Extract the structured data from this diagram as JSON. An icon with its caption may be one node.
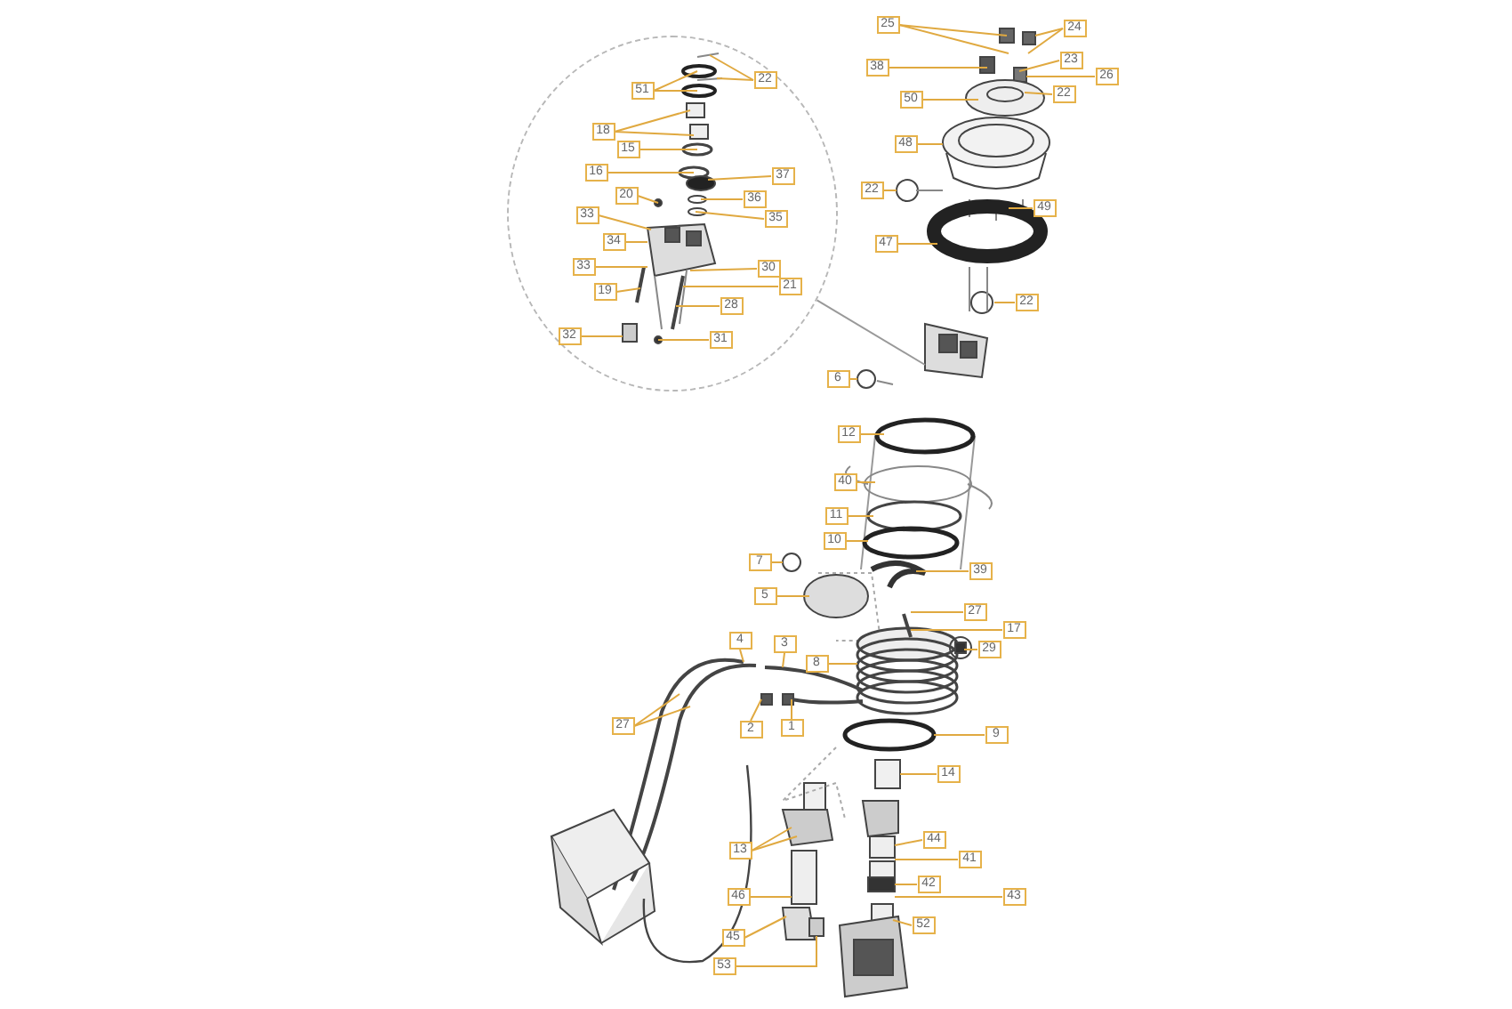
{
  "diagram": {
    "nodes": [
      {
        "text": [],
        "shape": "circle"
      },
      {
        "text": [
          "22"
        ],
        "in": 0
      },
      {
        "text": [
          "51"
        ],
        "in": 0
      },
      {
        "text": [
          "18"
        ],
        "in": 0
      },
      {
        "text": [
          "15"
        ],
        "in": 0
      },
      {
        "text": [
          "16"
        ],
        "in": 0
      },
      {
        "text": [
          "37"
        ],
        "in": 0
      },
      {
        "text": [
          "20"
        ],
        "in": 0
      },
      {
        "text": [
          "36"
        ],
        "in": 0
      },
      {
        "text": [
          "33"
        ],
        "in": 0
      },
      {
        "text": [
          "35"
        ],
        "in": 0
      },
      {
        "text": [
          "34"
        ],
        "in": 0
      },
      {
        "text": [
          "33"
        ],
        "in": 0
      },
      {
        "text": [
          "30"
        ],
        "in": 0
      },
      {
        "text": [
          "21"
        ],
        "in": 0
      },
      {
        "text": [
          "19"
        ],
        "in": 0
      },
      {
        "text": [
          "28"
        ],
        "in": 0
      },
      {
        "text": [
          "32"
        ],
        "in": 0
      },
      {
        "text": [
          "31"
        ],
        "in": 0
      },
      {
        "text": [
          "25"
        ]
      },
      {
        "text": [
          "24"
        ]
      },
      {
        "text": [
          "38"
        ]
      },
      {
        "text": [
          "23"
        ]
      },
      {
        "text": [
          "26"
        ]
      },
      {
        "text": [
          "50"
        ]
      },
      {
        "text": [
          "22"
        ]
      },
      {
        "text": [
          "48"
        ]
      },
      {
        "text": [
          "22"
        ]
      },
      {
        "text": [
          "49"
        ]
      },
      {
        "text": [
          "47"
        ]
      },
      {
        "text": [
          "22"
        ]
      },
      {
        "text": [
          "6"
        ]
      },
      {
        "text": [
          "12"
        ]
      },
      {
        "text": [
          "40"
        ]
      },
      {
        "text": [
          "11"
        ]
      },
      {
        "text": [
          "10"
        ]
      },
      {
        "text": [
          "7"
        ]
      },
      {
        "text": [
          "39"
        ]
      },
      {
        "text": [
          "5"
        ]
      },
      {
        "text": [
          "27"
        ]
      },
      {
        "text": [
          "17"
        ]
      },
      {
        "text": [
          "4"
        ]
      },
      {
        "text": [
          "29"
        ]
      },
      {
        "text": [
          "3"
        ]
      },
      {
        "text": [
          "8"
        ]
      },
      {
        "text": [
          "27"
        ]
      },
      {
        "text": [
          "2"
        ]
      },
      {
        "text": [
          "1"
        ]
      },
      {
        "text": [
          "9"
        ]
      },
      {
        "text": [
          "14"
        ]
      },
      {
        "text": [
          "44"
        ]
      },
      {
        "text": [
          "13"
        ]
      },
      {
        "text": [
          "41"
        ]
      },
      {
        "text": [
          "42"
        ]
      },
      {
        "text": [
          "46"
        ]
      },
      {
        "text": [
          "43"
        ]
      },
      {
        "text": [
          "52"
        ]
      },
      {
        "text": [
          "45"
        ]
      },
      {
        "text": [
          "53"
        ]
      }
    ],
    "edges": [
      {
        "from": 0,
        "to": null,
        "arrow": "none"
      },
      {
        "from": 1,
        "to": null,
        "arrow": "none"
      },
      {
        "from": 1,
        "to": null,
        "arrow": "none"
      },
      {
        "from": 2,
        "to": null,
        "arrow": "none"
      },
      {
        "from": 2,
        "to": null,
        "arrow": "none"
      },
      {
        "from": 3,
        "to": null,
        "arrow": "none"
      },
      {
        "from": 3,
        "to": null,
        "arrow": "none"
      },
      {
        "from": 4,
        "to": null,
        "arrow": "none"
      },
      {
        "from": 5,
        "to": null,
        "arrow": "none"
      },
      {
        "from": 6,
        "to": null,
        "arrow": "none"
      },
      {
        "from": 7,
        "to": null,
        "arrow": "none"
      },
      {
        "from": 8,
        "to": null,
        "arrow": "none"
      },
      {
        "from": 9,
        "to": null,
        "arrow": "none"
      },
      {
        "from": 10,
        "to": null,
        "arrow": "none"
      },
      {
        "from": 11,
        "to": null,
        "arrow": "none"
      },
      {
        "from": 12,
        "to": null,
        "arrow": "none"
      },
      {
        "from": 13,
        "to": null,
        "arrow": "none"
      },
      {
        "from": 14,
        "to": null,
        "arrow": "none"
      },
      {
        "from": 15,
        "to": null,
        "arrow": "none"
      },
      {
        "from": 16,
        "to": null,
        "arrow": "none"
      },
      {
        "from": 17,
        "to": null,
        "arrow": "none"
      },
      {
        "from": 18,
        "to": null,
        "arrow": "none"
      },
      {
        "from": 19,
        "to": null,
        "arrow": "none"
      },
      {
        "from": 19,
        "to": null,
        "arrow": "none"
      },
      {
        "from": 20,
        "to": null,
        "arrow": "none"
      },
      {
        "from": 20,
        "to": null,
        "arrow": "none"
      },
      {
        "from": 21,
        "to": null,
        "arrow": "none"
      },
      {
        "from": 22,
        "to": null,
        "arrow": "none"
      },
      {
        "from": 23,
        "to": null,
        "arrow": "none"
      },
      {
        "from": 24,
        "to": null,
        "arrow": "none"
      },
      {
        "from": 25,
        "to": null,
        "arrow": "none"
      },
      {
        "from": 26,
        "to": null,
        "arrow": "none"
      },
      {
        "from": 27,
        "to": null,
        "arrow": "none"
      },
      {
        "from": 28,
        "to": null,
        "arrow": "none"
      },
      {
        "from": 29,
        "to": null,
        "arrow": "none"
      },
      {
        "from": 30,
        "to": null,
        "arrow": "none"
      },
      {
        "from": 31,
        "to": null,
        "arrow": "none"
      },
      {
        "from": 32,
        "to": null,
        "arrow": "none"
      },
      {
        "from": 33,
        "to": null,
        "arrow": "none"
      },
      {
        "from": 34,
        "to": null,
        "arrow": "none"
      },
      {
        "from": 35,
        "to": null,
        "arrow": "none"
      },
      {
        "from": 36,
        "to": null,
        "arrow": "none"
      },
      {
        "from": 37,
        "to": null,
        "arrow": "none"
      },
      {
        "from": 38,
        "to": null,
        "arrow": "none"
      },
      {
        "from": 39,
        "to": null,
        "arrow": "none"
      },
      {
        "from": 40,
        "to": null,
        "arrow": "none"
      },
      {
        "from": 41,
        "to": null,
        "arrow": "none"
      },
      {
        "from": 42,
        "to": null,
        "arrow": "none"
      },
      {
        "from": 43,
        "to": null,
        "arrow": "none"
      },
      {
        "from": 44,
        "to": null,
        "arrow": "none"
      },
      {
        "from": 45,
        "to": null,
        "arrow": "none"
      },
      {
        "from": 45,
        "to": null,
        "arrow": "none"
      },
      {
        "from": 46,
        "to": null,
        "arrow": "none"
      },
      {
        "from": 47,
        "to": null,
        "arrow": "none"
      },
      {
        "from": 48,
        "to": null,
        "arrow": "none"
      },
      {
        "from": 49,
        "to": null,
        "arrow": "none"
      },
      {
        "from": 50,
        "to": null,
        "arrow": "none"
      },
      {
        "from": 51,
        "to": null,
        "arrow": "none"
      },
      {
        "from": 51,
        "to": null,
        "arrow": "none"
      },
      {
        "from": 52,
        "to": null,
        "arrow": "none"
      },
      {
        "from": 53,
        "to": null,
        "arrow": "none"
      },
      {
        "from": 54,
        "to": null,
        "arrow": "none"
      },
      {
        "from": 55,
        "to": null,
        "arrow": "none"
      },
      {
        "from": 56,
        "to": null,
        "arrow": "none"
      },
      {
        "from": 57,
        "to": null,
        "arrow": "none"
      },
      {
        "from": 58,
        "to": null,
        "arrow": "none"
      }
    ]
  }
}
